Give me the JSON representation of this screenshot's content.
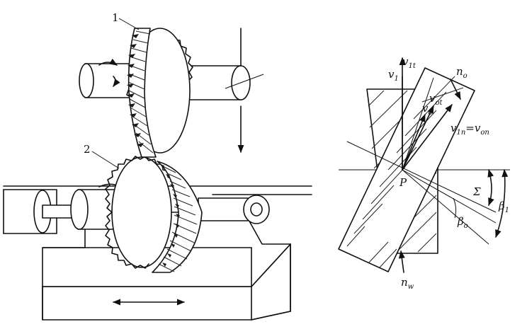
{
  "left_figure": {
    "part_labels": [
      "1",
      "2"
    ]
  },
  "right_figure": {
    "labels": {
      "v1t": "v",
      "v1t_sub": "1t",
      "v1": "v",
      "v1_sub": "1",
      "n0": "n",
      "n0_sub": "o",
      "v0t": "v",
      "v0t_sub": "ot",
      "v0": "v",
      "v0_sub": "o",
      "v1n_eq": "v",
      "v1n_eq_sub": "1n",
      "equals": "=",
      "v0n": "v",
      "v0n_sub": "on",
      "P": "P",
      "sigma": "Σ",
      "beta1": "β",
      "beta1_sub": "1",
      "beta0": "β",
      "beta0_sub": "o",
      "nw": "n",
      "nw_sub": "w"
    }
  }
}
